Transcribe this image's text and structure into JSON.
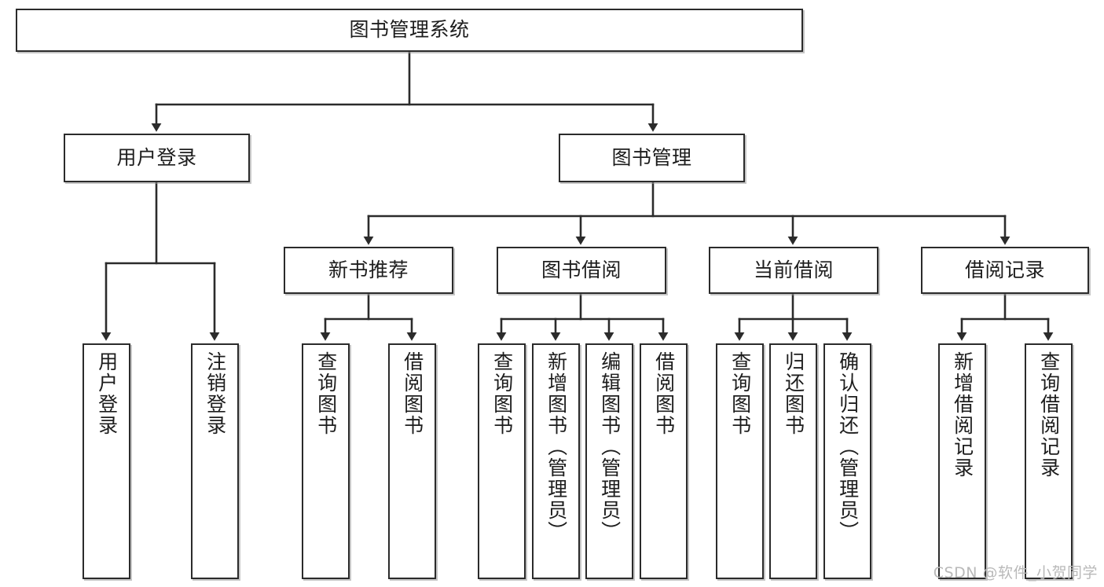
{
  "diagram": {
    "title": "图书管理系统",
    "type": "hierarchy-tree",
    "orientation": "top-down",
    "watermark": "CSDN @软件_小贺同学",
    "colors": {
      "background": "#ffffff",
      "box_border": "#2b2b2b",
      "box_fill": "#ffffff",
      "connector": "#2b2b2b",
      "shadow": "#969696",
      "text": "#1d1d1d",
      "watermark": "#b9b9b9"
    }
  },
  "nodes": {
    "root": {
      "label": "图书管理系统"
    },
    "level1": [
      {
        "label": "用户登录"
      },
      {
        "label": "图书管理"
      }
    ],
    "level2": [
      {
        "label": "新书推荐"
      },
      {
        "label": "图书借阅"
      },
      {
        "label": "当前借阅"
      },
      {
        "label": "借阅记录"
      }
    ],
    "leaves": {
      "user_login": [
        {
          "label": "用户登录"
        },
        {
          "label": "注销登录"
        }
      ],
      "new_book": [
        {
          "label": "查询图书"
        },
        {
          "label": "借阅图书"
        }
      ],
      "book_borrow": [
        {
          "label": "查询图书"
        },
        {
          "label": "新增图书（管理员）"
        },
        {
          "label": "编辑图书（管理员）"
        },
        {
          "label": "借阅图书"
        }
      ],
      "current_borrow": [
        {
          "label": "查询图书"
        },
        {
          "label": "归还图书"
        },
        {
          "label": "确认归还（管理员）"
        }
      ],
      "borrow_record": [
        {
          "label": "新增借阅记录"
        },
        {
          "label": "查询借阅记录"
        }
      ]
    }
  }
}
